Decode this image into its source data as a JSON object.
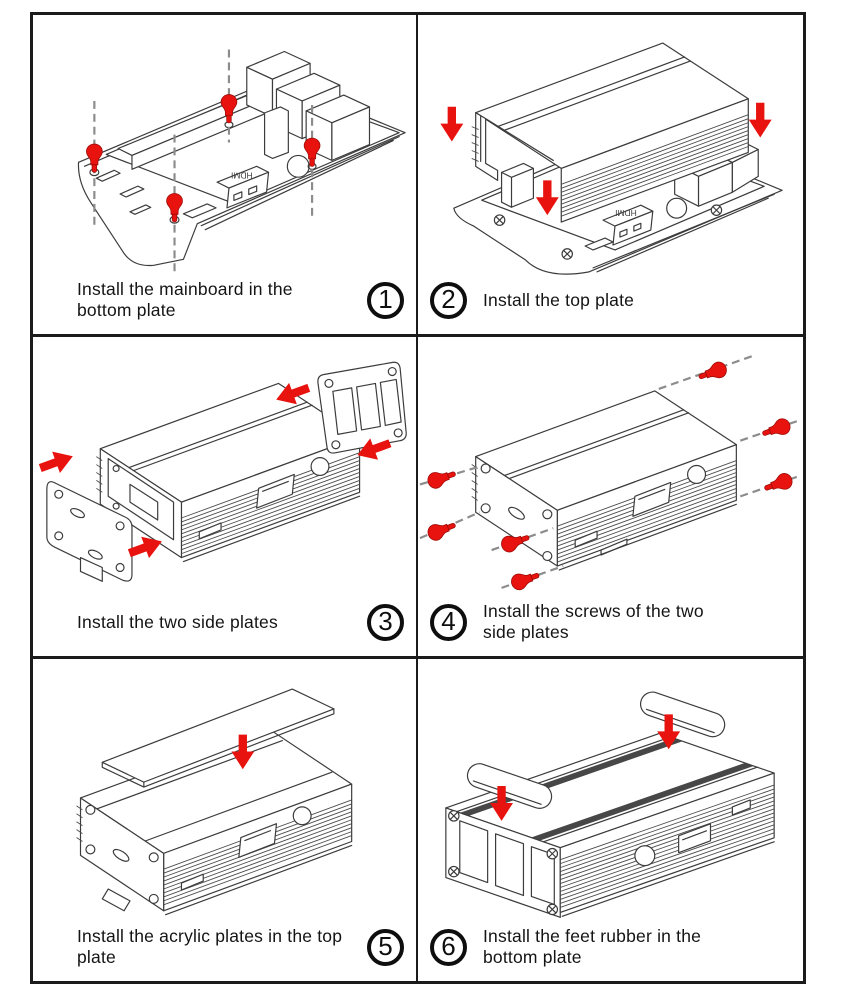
{
  "colors": {
    "accent_red": "#e8130e",
    "line": "#3c3c3c",
    "frame": "#1b1b1b"
  },
  "labels": {
    "hdmi": "HDMI"
  },
  "steps": [
    {
      "number": "1",
      "caption": "Install the mainboard in the bottom plate"
    },
    {
      "number": "2",
      "caption": "Install the top plate"
    },
    {
      "number": "3",
      "caption": "Install the two side plates"
    },
    {
      "number": "4",
      "caption": "Install the screws of the two side plates"
    },
    {
      "number": "5",
      "caption": "Install the acrylic plates in the top plate"
    },
    {
      "number": "6",
      "caption": "Install the feet rubber in the bottom plate"
    }
  ]
}
